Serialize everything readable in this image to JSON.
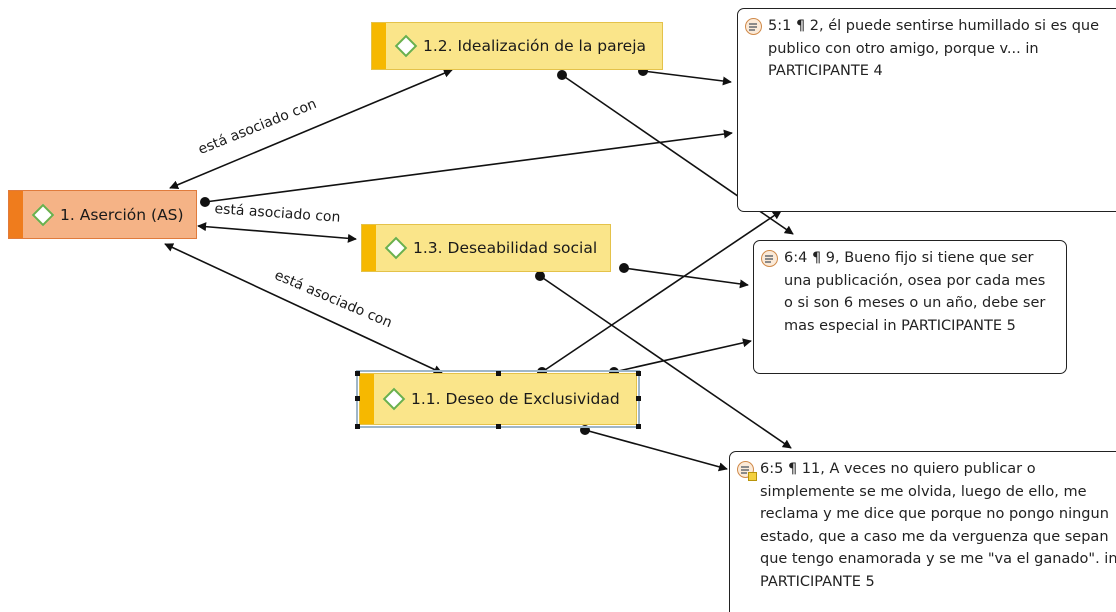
{
  "codes": {
    "asercion": "1. Aserción (AS)",
    "idealizacion": "1.2. Idealización de la pareja",
    "deseabilidad": "1.3. Deseabilidad social",
    "exclusividad": "1.1. Deseo de Exclusividad"
  },
  "quotations": {
    "q1": "5:1 ¶ 2, él puede sentirse humillado si es que publico con otro amigo, porque v... in PARTICIPANTE 4",
    "q2": "6:4 ¶ 9, Bueno fijo si tiene que ser una publicación, osea por cada mes o si son 6 meses o un año, debe ser mas especial in PARTICIPANTE 5",
    "q3": "6:5 ¶ 11, A veces no quiero publicar o simplemente se me olvida, luego de ello, me reclama y me dice que porque no pongo ningun estado, que a caso me da verguenza que sepan que tengo enamorada y se me \"va el ganado\". in PARTICIPANTE 5"
  },
  "relations": {
    "r1": "está asociado con",
    "r2": "está asociado con",
    "r3": "está asociado con"
  },
  "icons": {
    "code": "diamond-icon",
    "quote": "quotation-icon",
    "memo": "memo-icon"
  },
  "colors": {
    "code_yellow_fill": "#fae58a",
    "code_yellow_bar": "#f6b800",
    "code_orange_fill": "#f5b386",
    "code_orange_bar": "#ef7c1d",
    "link": "#111111"
  }
}
